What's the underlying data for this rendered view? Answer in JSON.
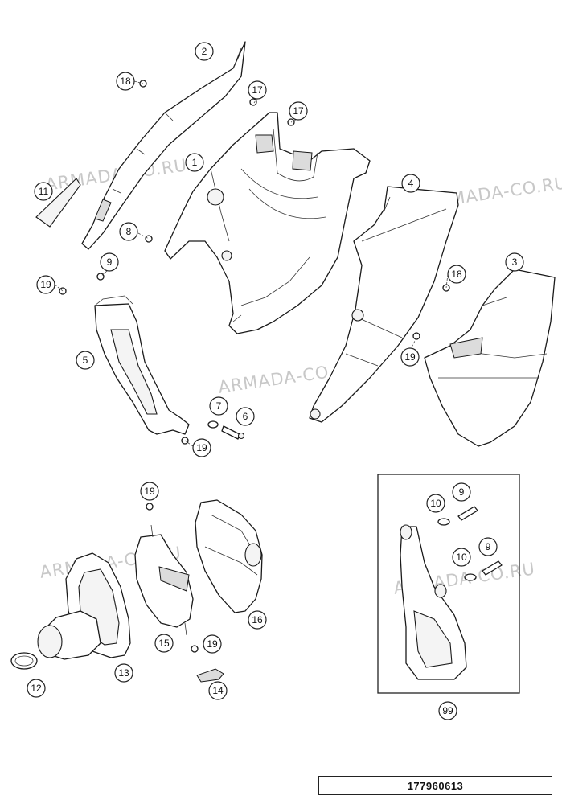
{
  "watermark": "ARMADA-CO.RU",
  "reference_number": "177960613",
  "callouts": [
    {
      "id": "c1",
      "label": "1"
    },
    {
      "id": "c2",
      "label": "2"
    },
    {
      "id": "c3",
      "label": "3"
    },
    {
      "id": "c4",
      "label": "4"
    },
    {
      "id": "c5",
      "label": "5"
    },
    {
      "id": "c6",
      "label": "6"
    },
    {
      "id": "c7",
      "label": "7"
    },
    {
      "id": "c8",
      "label": "8"
    },
    {
      "id": "c9a",
      "label": "9"
    },
    {
      "id": "c9b",
      "label": "9"
    },
    {
      "id": "c9c",
      "label": "9"
    },
    {
      "id": "c10a",
      "label": "10"
    },
    {
      "id": "c10b",
      "label": "10"
    },
    {
      "id": "c11",
      "label": "11"
    },
    {
      "id": "c12",
      "label": "12"
    },
    {
      "id": "c13",
      "label": "13"
    },
    {
      "id": "c14",
      "label": "14"
    },
    {
      "id": "c15",
      "label": "15"
    },
    {
      "id": "c16",
      "label": "16"
    },
    {
      "id": "c17a",
      "label": "17"
    },
    {
      "id": "c17b",
      "label": "17"
    },
    {
      "id": "c18a",
      "label": "18"
    },
    {
      "id": "c18b",
      "label": "18"
    },
    {
      "id": "c19a",
      "label": "19"
    },
    {
      "id": "c19b",
      "label": "19"
    },
    {
      "id": "c19c",
      "label": "19"
    },
    {
      "id": "c19d",
      "label": "19"
    },
    {
      "id": "c19e",
      "label": "19"
    },
    {
      "id": "c99",
      "label": "99"
    }
  ]
}
